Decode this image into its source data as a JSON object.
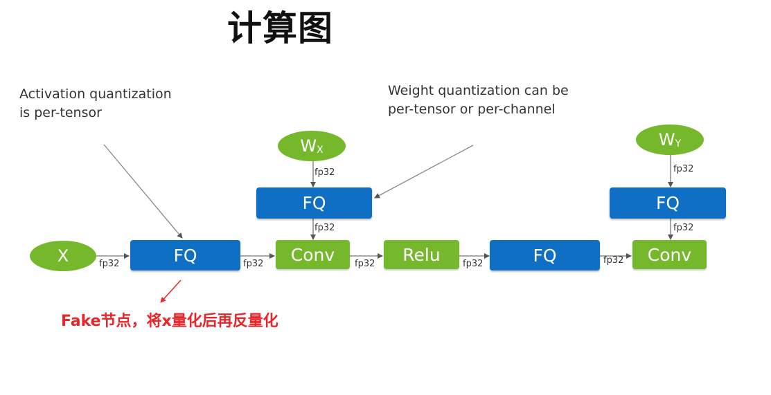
{
  "title": "计算图",
  "notes": {
    "activation": "Activation quantization is per-tensor",
    "weight": "Weight quantization can be per-tensor or per-channel"
  },
  "nodes": {
    "x": "X",
    "wx": {
      "base": "W",
      "sub": "X"
    },
    "wy": {
      "base": "W",
      "sub": "Y"
    },
    "fq_input": "FQ",
    "fq_weight_x": "FQ",
    "conv1": "Conv",
    "relu": "Relu",
    "fq_mid": "FQ",
    "fq_weight_y": "FQ",
    "conv2": "Conv"
  },
  "edge_label": "fp32",
  "annotation": "Fake节点，将x量化后再反量化",
  "colors": {
    "blue": "#0f6fc5",
    "green": "#75b82c",
    "red": "#e8262a"
  }
}
